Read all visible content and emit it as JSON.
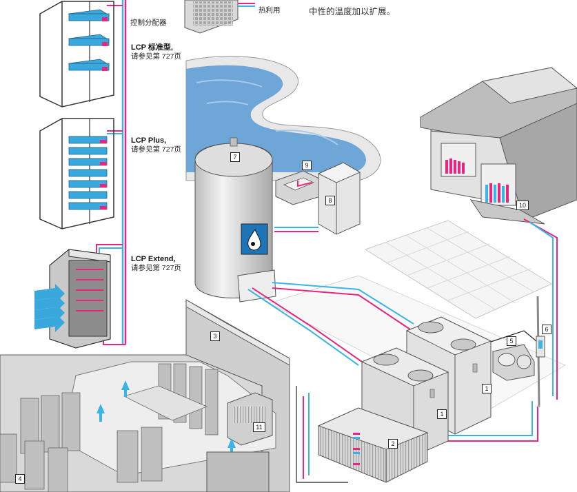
{
  "top_note": "中性的温度加以扩展。",
  "labels": {
    "heat_use": "热利用",
    "control_distributor": "控制分配器"
  },
  "products": [
    {
      "name": "LCP 标准型,",
      "ref": "请参见第 727页"
    },
    {
      "name": "LCP Plus,",
      "ref": "请参见第 727页"
    },
    {
      "name": "LCP Extend,",
      "ref": "请参见第 727页"
    }
  ],
  "callouts": [
    "1",
    "1",
    "2",
    "3",
    "4",
    "5",
    "6",
    "7",
    "8",
    "9",
    "10",
    "11"
  ],
  "colors": {
    "supply_pipe": "#e8267f",
    "return_pipe": "#38b4e6",
    "water": "#6fa6d8",
    "equipment": "#dcdcdc"
  }
}
